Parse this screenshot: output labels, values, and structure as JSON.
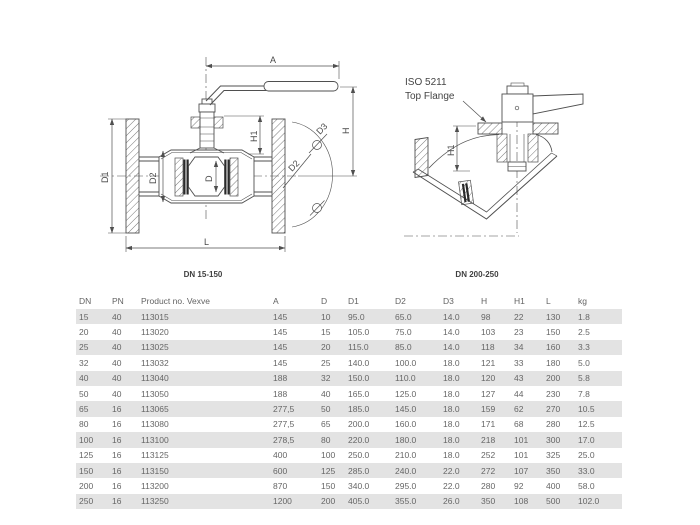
{
  "drawing": {
    "stroke_color": "#4f4f4f",
    "left": {
      "caption": "DN 15-150",
      "labels": {
        "a": "A",
        "h": "H",
        "h1": "H1",
        "d1": "D1",
        "d2_bore": "D2",
        "d": "D",
        "l": "L",
        "d2_bolt": "D2",
        "d3": "D3"
      }
    },
    "right": {
      "caption": "DN 200-250",
      "note1": "ISO 5211",
      "note2": "Top Flange",
      "labels": {
        "h1": "H1"
      }
    }
  },
  "table": {
    "stripe_color": "#e3e3e3",
    "columns": [
      "DN",
      "PN",
      "Product no. Vexve",
      "A",
      "D",
      "D1",
      "D2",
      "D3",
      "H",
      "H1",
      "L",
      "kg"
    ],
    "rows": [
      [
        "15",
        "40",
        "113015",
        "145",
        "10",
        "95.0",
        "65.0",
        "14.0",
        "98",
        "22",
        "130",
        "1.8"
      ],
      [
        "20",
        "40",
        "113020",
        "145",
        "15",
        "105.0",
        "75.0",
        "14.0",
        "103",
        "23",
        "150",
        "2.5"
      ],
      [
        "25",
        "40",
        "113025",
        "145",
        "20",
        "115.0",
        "85.0",
        "14.0",
        "118",
        "34",
        "160",
        "3.3"
      ],
      [
        "32",
        "40",
        "113032",
        "145",
        "25",
        "140.0",
        "100.0",
        "18.0",
        "121",
        "33",
        "180",
        "5.0"
      ],
      [
        "40",
        "40",
        "113040",
        "188",
        "32",
        "150.0",
        "110.0",
        "18.0",
        "120",
        "43",
        "200",
        "5.8"
      ],
      [
        "50",
        "40",
        "113050",
        "188",
        "40",
        "165.0",
        "125.0",
        "18.0",
        "127",
        "44",
        "230",
        "7.8"
      ],
      [
        "65",
        "16",
        "113065",
        "277,5",
        "50",
        "185.0",
        "145.0",
        "18.0",
        "159",
        "62",
        "270",
        "10.5"
      ],
      [
        "80",
        "16",
        "113080",
        "277,5",
        "65",
        "200.0",
        "160.0",
        "18.0",
        "171",
        "68",
        "280",
        "12.5"
      ],
      [
        "100",
        "16",
        "113100",
        "278,5",
        "80",
        "220.0",
        "180.0",
        "18.0",
        "218",
        "101",
        "300",
        "17.0"
      ],
      [
        "125",
        "16",
        "113125",
        "400",
        "100",
        "250.0",
        "210.0",
        "18.0",
        "252",
        "101",
        "325",
        "25.0"
      ],
      [
        "150",
        "16",
        "113150",
        "600",
        "125",
        "285.0",
        "240.0",
        "22.0",
        "272",
        "107",
        "350",
        "33.0"
      ],
      [
        "200",
        "16",
        "113200",
        "870",
        "150",
        "340.0",
        "295.0",
        "22.0",
        "280",
        "92",
        "400",
        "58.0"
      ],
      [
        "250",
        "16",
        "113250",
        "1200",
        "200",
        "405.0",
        "355.0",
        "26.0",
        "350",
        "108",
        "500",
        "102.0"
      ]
    ]
  }
}
